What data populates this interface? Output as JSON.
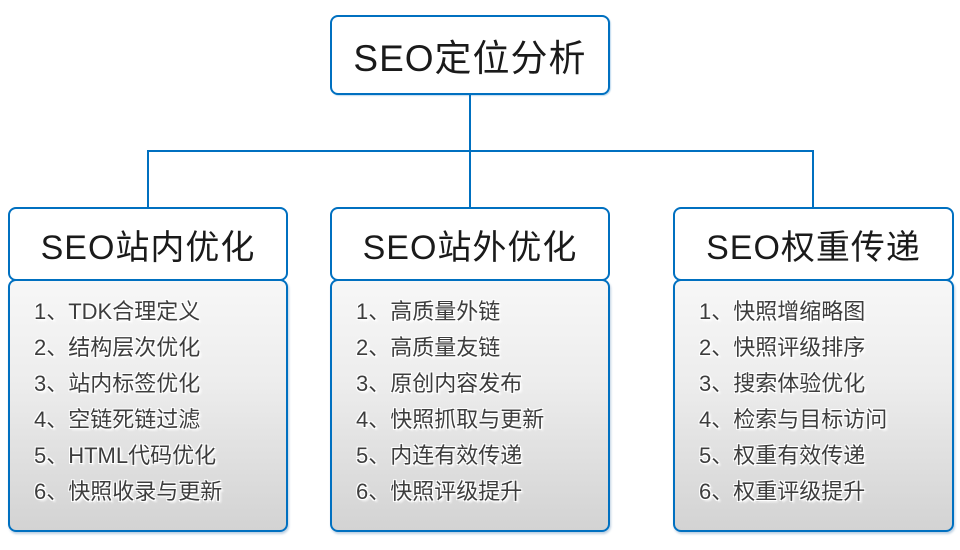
{
  "root": {
    "title": "SEO定位分析"
  },
  "columns": [
    {
      "title": "SEO站内优化",
      "items": [
        "1、TDK合理定义",
        "2、结构层次优化",
        "3、站内标签优化",
        "4、空链死链过滤",
        "5、HTML代码优化",
        "6、快照收录与更新"
      ]
    },
    {
      "title": "SEO站外优化",
      "items": [
        "1、高质量外链",
        "2、高质量友链",
        "3、原创内容发布",
        "4、快照抓取与更新",
        "5、内连有效传递",
        "6、快照评级提升"
      ]
    },
    {
      "title": "SEO权重传递",
      "items": [
        "1、快照增缩略图",
        "2、快照评级排序",
        "3、搜索体验优化",
        "4、检索与目标访问",
        "5、权重有效传递",
        "6、权重评级提升"
      ]
    }
  ],
  "colors": {
    "line_blue": "#0070c0",
    "body_gradient_top": "#f7f7f7",
    "body_gradient_bottom": "#d3d3d3",
    "text_dark": "#1a1a1a",
    "text_list": "#3d3d3d"
  }
}
